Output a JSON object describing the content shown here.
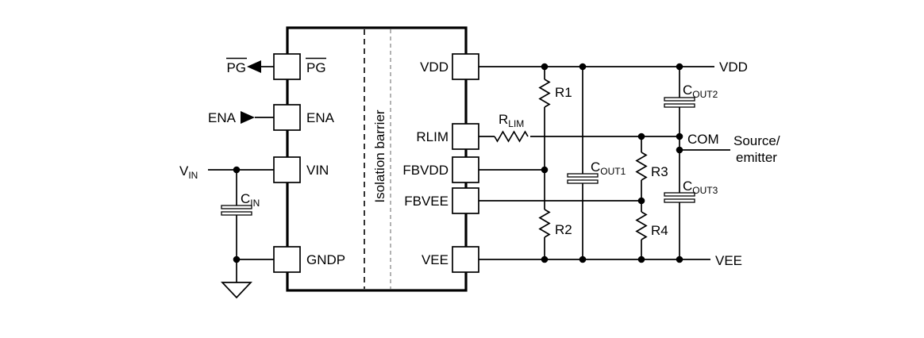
{
  "colors": {
    "line": "#000000",
    "isolation_text": "#dd1111",
    "secondary_dash": "#999999",
    "background": "#ffffff"
  },
  "ic": {
    "isolation_label": "Isolation barrier",
    "pins_left": [
      {
        "label": "PG",
        "overlined": true
      },
      {
        "label": "ENA"
      },
      {
        "label": "VIN"
      },
      {
        "label": "GNDP"
      }
    ],
    "pins_right": [
      {
        "label": "VDD"
      },
      {
        "label": "RLIM"
      },
      {
        "label": "FBVDD"
      },
      {
        "label": "FBVEE"
      },
      {
        "label": "VEE"
      }
    ]
  },
  "signals": {
    "pg": {
      "label": "PG",
      "overlined": true
    },
    "ena": {
      "label": "ENA"
    },
    "vin": {
      "main": "V",
      "sub": "IN"
    },
    "vdd_rail": {
      "label": "VDD"
    },
    "com": {
      "label": "COM"
    },
    "source_emitter": {
      "line1": "Source/",
      "line2": "emitter"
    },
    "vee_rail": {
      "label": "VEE"
    }
  },
  "components": {
    "cin": {
      "main": "C",
      "sub": "IN"
    },
    "rlim": {
      "main": "R",
      "sub": "LIM"
    },
    "r1": {
      "label": "R1"
    },
    "r2": {
      "label": "R2"
    },
    "r3": {
      "label": "R3"
    },
    "r4": {
      "label": "R4"
    },
    "cout1": {
      "main": "C",
      "sub": "OUT1"
    },
    "cout2": {
      "main": "C",
      "sub": "OUT2"
    },
    "cout3": {
      "main": "C",
      "sub": "OUT3"
    }
  }
}
